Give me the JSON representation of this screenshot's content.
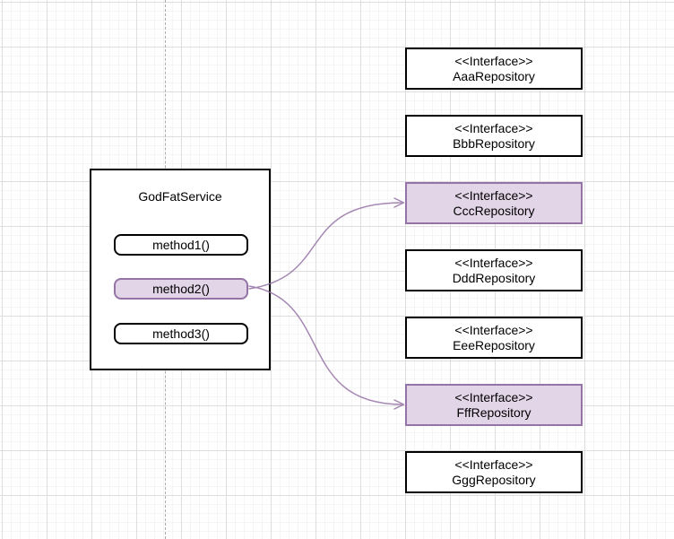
{
  "canvas": {
    "background_color": "#ffffff",
    "grid_minor_color": "#f5f5f5",
    "grid_major_color": "#dedede",
    "page_divider_color": "#ababab"
  },
  "colors": {
    "highlight_fill": "#e1d5e7",
    "highlight_stroke": "#9673a6",
    "default_fill": "#ffffff",
    "default_stroke": "#000000",
    "arrow_color": "#9673a6"
  },
  "service": {
    "title": "GodFatService",
    "methods": [
      {
        "label": "method1()",
        "highlighted": false
      },
      {
        "label": "method2()",
        "highlighted": true
      },
      {
        "label": "method3()",
        "highlighted": false
      }
    ]
  },
  "repositories": [
    {
      "stereotype": "<<Interface>>",
      "name": "AaaRepository",
      "highlighted": false
    },
    {
      "stereotype": "<<Interface>>",
      "name": "BbbRepository",
      "highlighted": false
    },
    {
      "stereotype": "<<Interface>>",
      "name": "CccRepository",
      "highlighted": true
    },
    {
      "stereotype": "<<Interface>>",
      "name": "DddRepository",
      "highlighted": false
    },
    {
      "stereotype": "<<Interface>>",
      "name": "EeeRepository",
      "highlighted": false
    },
    {
      "stereotype": "<<Interface>>",
      "name": "FffRepository",
      "highlighted": true
    },
    {
      "stereotype": "<<Interface>>",
      "name": "GggRepository",
      "highlighted": false
    }
  ],
  "connections": [
    {
      "from": "method2()",
      "to": "CccRepository"
    },
    {
      "from": "method2()",
      "to": "FffRepository"
    }
  ]
}
